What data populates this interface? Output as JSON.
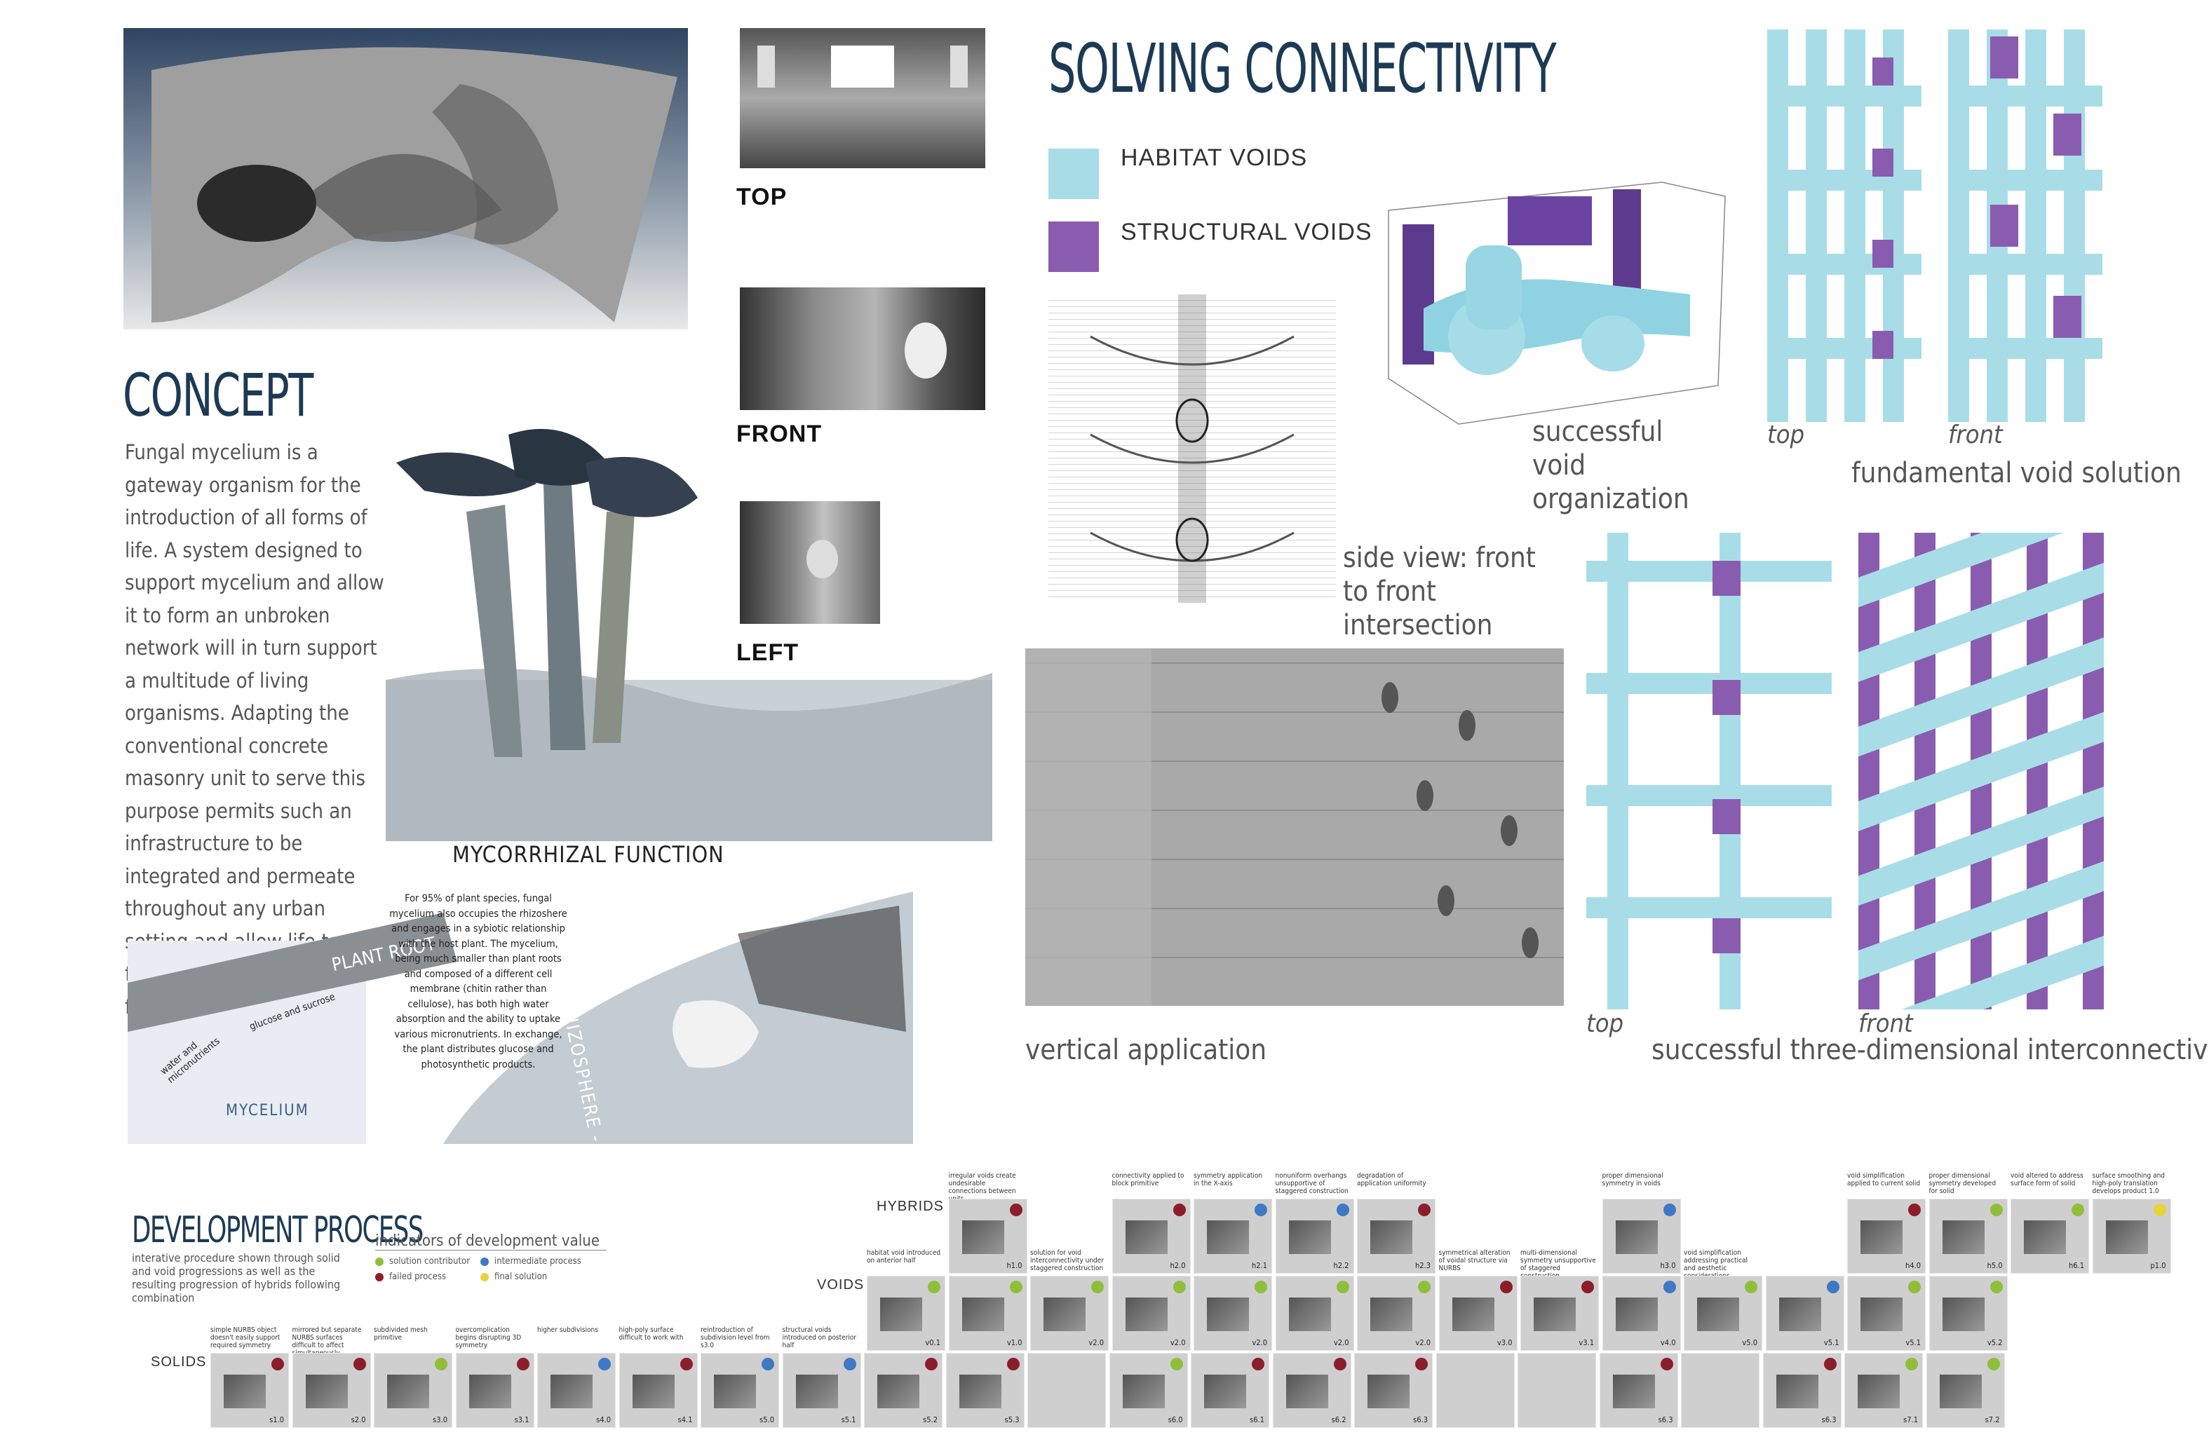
{
  "titles": {
    "solving": "SOLVING CONNECTIVITY",
    "concept": "CONCEPT",
    "development": "DEVELOPMENT PROCESS"
  },
  "legend": {
    "habitat": "HABITAT VOIDS",
    "structural": "STRUCTURAL VOIDS",
    "habitat_color": "#a8dde8",
    "structural_color": "#8a5cb0"
  },
  "views": {
    "top": "TOP",
    "front": "FRONT",
    "left": "LEFT"
  },
  "concept_text": "Fungal mycelium is a gateway organism for the introduction of all forms of life. A system designed to support mycelium and allow it to form an unbroken network will in turn support a multitude of living organisms. Adapting the conventional concrete masonry unit to serve this purpose permits such an infrastructure to be integrated and permeate throughout any urban setting and allow life to flourish in an organic fashion.",
  "mycorrhizal": {
    "title": "MYCORRHIZAL FUNCTION",
    "plant_root": "PLANT ROOT",
    "mycelium": "MYCELIUM",
    "rhizosphere": "RHIZOSPHERE - ROOT ZONE",
    "arrow1": "water and micronutrients",
    "arrow2": "glucose and sucrose",
    "text": "For 95% of plant species, fungal mycelium also occupies the rhizoshere and engages in a sybiotic relationship with the host plant. The mycelium, being much smaller than plant roots and composed of a different cell membrane (chitin rather than cellulose), has both high water absorption and the ability to uptake various micronutrients. In exchange, the plant distributes glucose and photosynthetic products."
  },
  "captions": {
    "successful_void": "successful void organization",
    "side_view": "side view: front to front intersection",
    "top1": "top",
    "front1": "front",
    "fundamental": "fundamental void solution",
    "vertical": "vertical application",
    "top2": "top",
    "front2": "front",
    "three_d": "successful three-dimensional interconnectivity"
  },
  "development": {
    "subtitle": "interative procedure shown through solid and void progressions as well as the resulting progression of hybrids following combination",
    "indicators_title": "indicators of development value",
    "indicators": [
      {
        "label": "solution contributor",
        "color": "#8fbf3a"
      },
      {
        "label": "intermediate process",
        "color": "#3f78c4"
      },
      {
        "label": "failed process",
        "color": "#8b1e2a"
      },
      {
        "label": "final solution",
        "color": "#e7d43a"
      }
    ],
    "rows": {
      "hybrids": "HYBRIDS",
      "voids": "VOIDS",
      "solids": "SOLIDS"
    },
    "solids": [
      {
        "code": "s1.0",
        "note": "simple NURBS object doesn't easily support required symmetry",
        "mark": "red"
      },
      {
        "code": "s2.0",
        "note": "mirrored but separate NURBS surfaces difficult to affect simultaneously",
        "mark": "red"
      },
      {
        "code": "s3.0",
        "note": "subdivided mesh primitive",
        "mark": "green"
      },
      {
        "code": "s3.1",
        "note": "overcomplication begins disrupting 3D symmetry",
        "mark": "red"
      },
      {
        "code": "s4.0",
        "note": "higher subdivisions",
        "mark": "blue"
      },
      {
        "code": "s4.1",
        "note": "high-poly surface difficult to work with",
        "mark": "red"
      },
      {
        "code": "s5.0",
        "note": "reintroduction of subdivision level from s3.0",
        "mark": "blue"
      },
      {
        "code": "s5.1",
        "note": "structural voids introduced on posterior half",
        "mark": "blue"
      },
      {
        "code": "s5.2",
        "note": "",
        "mark": "red"
      },
      {
        "code": "s5.3",
        "note": "",
        "mark": "red"
      },
      {
        "code": "",
        "note": "",
        "mark": ""
      },
      {
        "code": "s6.0",
        "note": "",
        "mark": "green"
      },
      {
        "code": "s6.1",
        "note": "",
        "mark": "red"
      },
      {
        "code": "s6.2",
        "note": "",
        "mark": "red"
      },
      {
        "code": "s6.3",
        "note": "",
        "mark": "red"
      },
      {
        "code": "",
        "note": "",
        "mark": ""
      },
      {
        "code": "",
        "note": "",
        "mark": ""
      },
      {
        "code": "s6.3",
        "note": "",
        "mark": "red"
      },
      {
        "code": "",
        "note": "",
        "mark": ""
      },
      {
        "code": "s6.3",
        "note": "",
        "mark": "red"
      },
      {
        "code": "s7.1",
        "note": "",
        "mark": "green"
      },
      {
        "code": "s7.2",
        "note": "",
        "mark": "green"
      }
    ],
    "voids": [
      {
        "code": "v0.1",
        "note": "habitat void introduced on anterior half",
        "mark": "green"
      },
      {
        "code": "v1.0",
        "note": "",
        "mark": "green"
      },
      {
        "code": "v2.0",
        "note": "solution for void interconnectivity under staggered construction",
        "mark": "green"
      },
      {
        "code": "v2.0",
        "note": "",
        "mark": "green"
      },
      {
        "code": "v2.0",
        "note": "",
        "mark": "green"
      },
      {
        "code": "v2.0",
        "note": "",
        "mark": "green"
      },
      {
        "code": "v2.0",
        "note": "",
        "mark": "green"
      },
      {
        "code": "v3.0",
        "note": "symmetrical alteration of voidal structure via NURBS",
        "mark": "red"
      },
      {
        "code": "v3.1",
        "note": "multi-dimensional symmetry unsupportive of staggered construction",
        "mark": "red"
      },
      {
        "code": "v4.0",
        "note": "",
        "mark": "blue"
      },
      {
        "code": "v5.0",
        "note": "void simplification addressing practical and aesthetic considerations",
        "mark": "green"
      },
      {
        "code": "v5.1",
        "note": "",
        "mark": "blue"
      },
      {
        "code": "v5.1",
        "note": "",
        "mark": "green"
      },
      {
        "code": "v5.2",
        "note": "",
        "mark": "green"
      }
    ],
    "hybrids": [
      {
        "code": "h1.0",
        "note": "irregular voids create undesirable connections between units",
        "mark": "red"
      },
      {
        "code": "h2.0",
        "note": "connectivity applied to block primitive",
        "mark": "red"
      },
      {
        "code": "h2.1",
        "note": "symmetry application in the X-axis",
        "mark": "blue"
      },
      {
        "code": "h2.2",
        "note": "nonuniform overhangs unsupportive of staggered construction",
        "mark": "blue"
      },
      {
        "code": "h2.3",
        "note": "degradation of application uniformity",
        "mark": "red"
      },
      {
        "code": "h3.0",
        "note": "proper dimensional symmetry in voids",
        "mark": "blue"
      },
      {
        "code": "h4.0",
        "note": "void simplification applied to current solid",
        "mark": "red"
      },
      {
        "code": "h5.0",
        "note": "proper dimensional symmetry developed for solid",
        "mark": "green"
      },
      {
        "code": "h6.1",
        "note": "void altered to address surface form of solid",
        "mark": "green"
      },
      {
        "code": "p1.0",
        "note": "surface smoothing and high-poly translation develops product 1.0",
        "mark": "yellow"
      }
    ]
  }
}
